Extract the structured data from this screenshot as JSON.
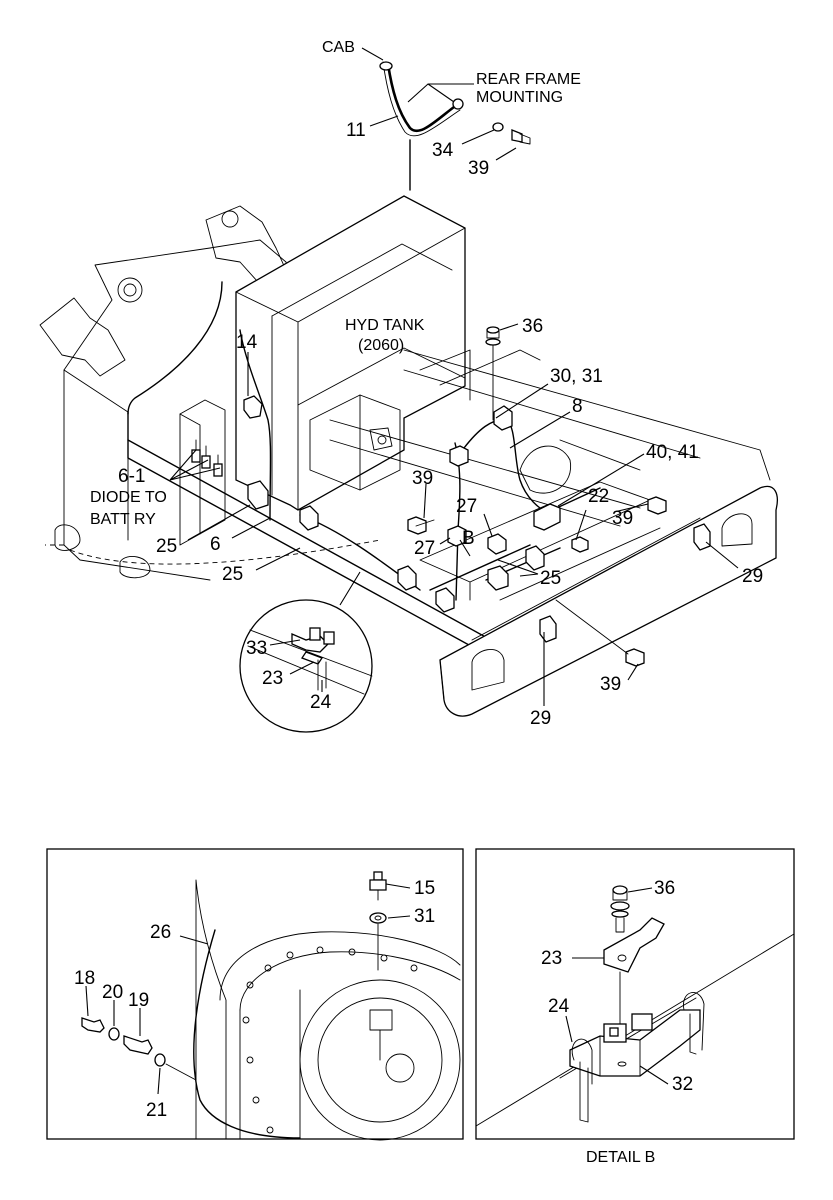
{
  "labels": {
    "cab": "CAB",
    "rear_frame_1": "REAR FRAME",
    "rear_frame_2": "MOUNTING",
    "p11": "11",
    "p34": "34",
    "p39a": "39",
    "hyd_tank": "HYD TANK",
    "hyd_tank_no": "(2060)",
    "p36a": "36",
    "p14": "14",
    "p30_31": "30, 31",
    "p8": "8",
    "p40_41": "40, 41",
    "p6_1": "6-1",
    "diode_1": "DIODE TO",
    "diode_2": "BATT RY",
    "p39b": "39",
    "p27a": "27",
    "p22": "22",
    "p39c": "39",
    "p25a": "25",
    "p6": "6",
    "p27b": "27",
    "pB": "B",
    "p25b": "25",
    "p25c": "25",
    "p29a": "29",
    "p33": "33",
    "p23a": "23",
    "p24a": "24",
    "p39d": "39",
    "p29b": "29",
    "p15": "15",
    "p31": "31",
    "p26": "26",
    "p18": "18",
    "p20": "20",
    "p19": "19",
    "p21": "21",
    "p36b": "36",
    "p23b": "23",
    "p24b": "24",
    "p32": "32",
    "detail_b": "DETAIL B"
  }
}
